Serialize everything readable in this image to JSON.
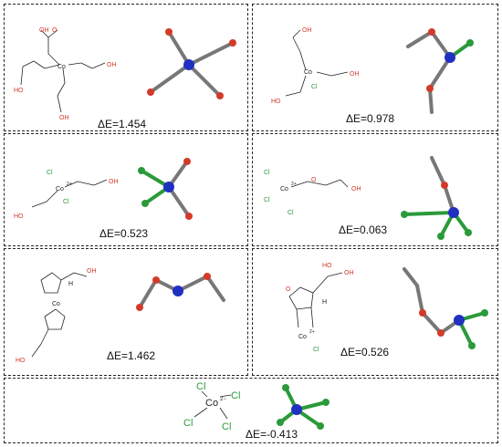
{
  "panels": [
    {
      "id": "p1",
      "energy": "ΔE=1.454",
      "atoms": {
        "co": "Co",
        "o": "O",
        "oh": "OH",
        "ho": "HO"
      }
    },
    {
      "id": "p2",
      "energy": "ΔE=0.978",
      "atoms": {
        "co": "Co",
        "o": "O",
        "oh": "OH",
        "ho": "HO",
        "cl": "Cl"
      }
    },
    {
      "id": "p3",
      "energy": "ΔE=0.523",
      "atoms": {
        "co": "Co",
        "co2": "2+",
        "o": "O",
        "oh": "OH",
        "ho": "HO",
        "cl": "Cl"
      }
    },
    {
      "id": "p4",
      "energy": "ΔE=0.063",
      "atoms": {
        "co": "Co",
        "co2": "2+",
        "o": "O",
        "oh": "OH",
        "cl": "Cl"
      }
    },
    {
      "id": "p5",
      "energy": "ΔE=1.462",
      "atoms": {
        "co": "Co",
        "o": "O",
        "oh": "OH",
        "ho": "HO",
        "h": "H"
      }
    },
    {
      "id": "p6",
      "energy": "ΔE=0.526",
      "atoms": {
        "co": "Co",
        "co2": "2+",
        "o": "O",
        "oh": "OH",
        "ho": "HO",
        "h": "H",
        "cl": "Cl"
      }
    },
    {
      "id": "p7",
      "energy": "ΔE=-0.413",
      "atoms": {
        "co": "Co",
        "co2": "2−",
        "cl": "Cl"
      }
    }
  ],
  "colors": {
    "oxygen": "#d43a2a",
    "chlorine": "#2a9a3a",
    "cobalt": "#2030c0",
    "carbon": "#8a8a8a",
    "hydrogen": "#eeeeee",
    "border": "#222222"
  }
}
